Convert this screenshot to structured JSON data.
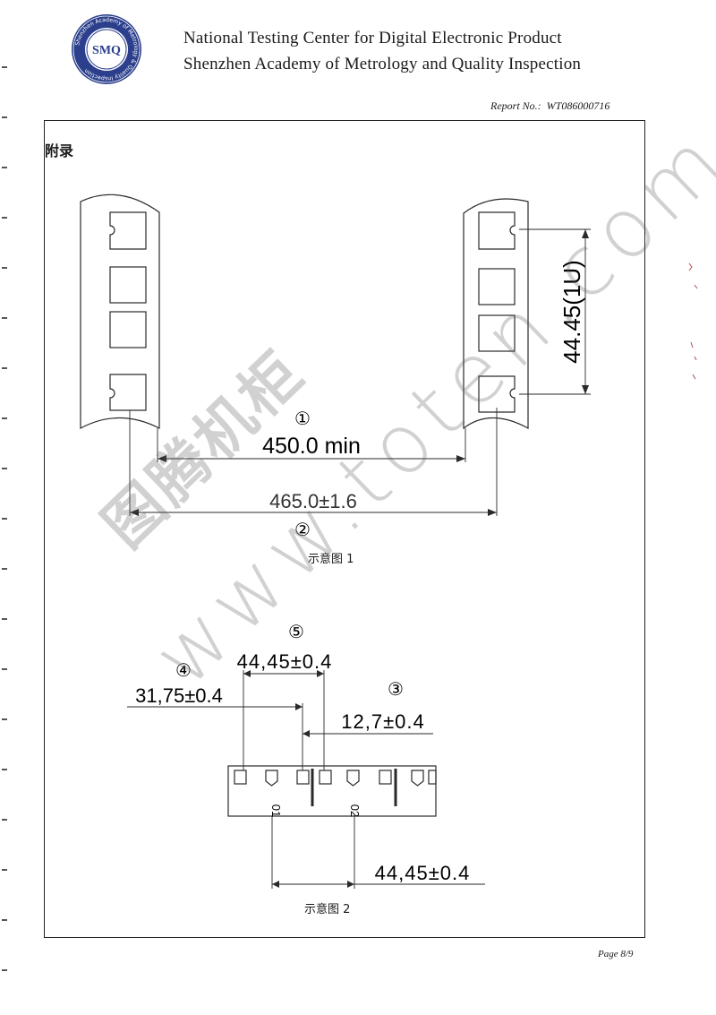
{
  "header": {
    "line1": "National Testing Center for Digital Electronic Product",
    "line2": "Shenzhen Academy of Metrology and Quality Inspection"
  },
  "seal": {
    "abbr": "SMQ",
    "ring_text": "Shenzhen Academy of Metrology & Quality Inspection",
    "color": "#2b3f8c"
  },
  "report": {
    "label": "Report  No.:",
    "number": "WT086000716"
  },
  "section": {
    "title": "附录"
  },
  "figure1": {
    "dim_height": "44.45(1U)",
    "marker1": "①",
    "dim_min_width": "450.0 min",
    "dim_width_tol": "465.0±1.6",
    "marker2": "②",
    "caption": "示意图 1"
  },
  "figure2": {
    "marker5": "⑤",
    "dim_top": "44,45±0.4",
    "marker4": "④",
    "dim_left": "31,75±0.4",
    "marker3": "③",
    "dim_right": "12,7±0.4",
    "mark_a": "01",
    "mark_b": "02",
    "dim_bottom": "44,45±0.4",
    "caption": "示意图 2"
  },
  "watermark": {
    "main": "图腾机柜",
    "url": "www.toten.com.cn"
  },
  "footer": {
    "page": "Page 8/9"
  }
}
